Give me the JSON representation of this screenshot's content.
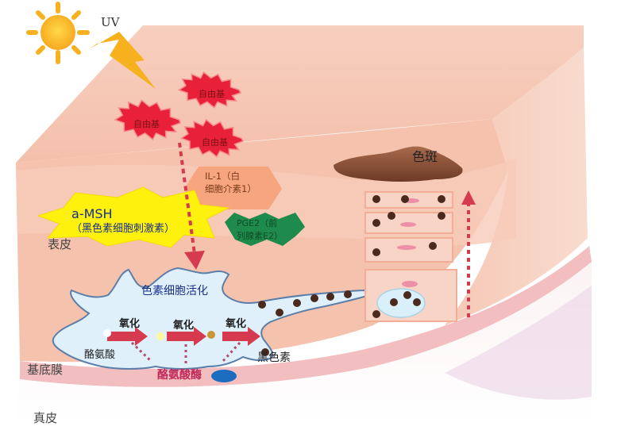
{
  "uv": "UV",
  "free_radicals": [
    "自由基",
    "自由基",
    "自由基"
  ],
  "il1": [
    "IL-1（白",
    "细胞介素1）"
  ],
  "msh": [
    "a-MSH",
    "（黑色素细胞刺激素）"
  ],
  "pge2": [
    "PGE2（前",
    "列腺素E2）"
  ],
  "activation": "色素细胞活化",
  "oxidation": [
    "氧化",
    "氧化",
    "氧化"
  ],
  "tyrosine": "酪氨酸",
  "tyrosinase": "酪氨酸酶",
  "melanin": "黑色素",
  "spot": "色斑",
  "layers": {
    "epidermis": "表皮",
    "basement": "基底膜",
    "dermis": "真皮"
  },
  "colors": {
    "skin": "#f4c4b0",
    "arrow": "#d63a4f",
    "cell": "#dff0fb",
    "melanin_dot": "#4a2a1e",
    "burst": "#e8203a"
  }
}
